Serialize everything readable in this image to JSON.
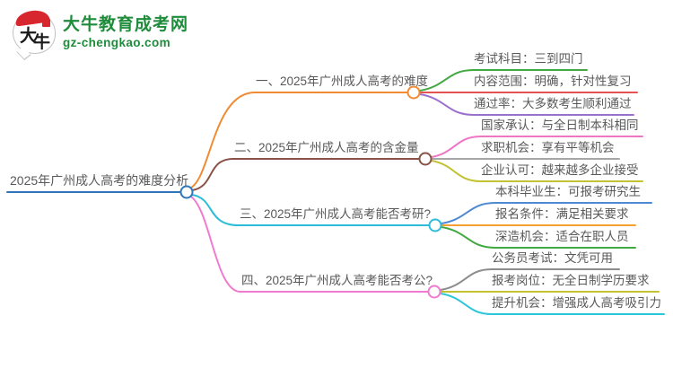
{
  "logo": {
    "brand": "大牛教育成考网",
    "domain": "gz-chengkao.com",
    "badge_char1": "大",
    "badge_char2": "牛",
    "brand_color": "#1f8c3b",
    "seal_color": "#d7262d"
  },
  "mindmap": {
    "root": {
      "label": "2025年广州成人高考的难度分析",
      "color": "#2e77bb"
    },
    "branches": [
      {
        "label": "一、2025年广州成人高考的难度",
        "color": "#f08b33",
        "children": [
          {
            "label": "考试科目：三到四门",
            "color": "#41a941"
          },
          {
            "label": "内容范围：明确，针对性复习",
            "color": "#e25351"
          },
          {
            "label": "通过率：大多数考生顺利通过",
            "color": "#9b70cd"
          }
        ]
      },
      {
        "label": "二、2025年广州成人高考的含金量",
        "color": "#8a5247",
        "children": [
          {
            "label": "国家承认：与全日制本科相同",
            "color": "#ef76c5"
          },
          {
            "label": "求职机会：享有平等机会",
            "color": "#a6a6a6"
          },
          {
            "label": "企业认可：越来越多企业接受",
            "color": "#c2c232"
          }
        ]
      },
      {
        "label": "三、2025年广州成人高考能否考研?",
        "color": "#2cbcd9",
        "children": [
          {
            "label": "本科毕业生：可报考研究生",
            "color": "#4e8ad2"
          },
          {
            "label": "报名条件：满足相关要求",
            "color": "#f5a132"
          },
          {
            "label": "深造机会：适合在职人员",
            "color": "#41a941"
          }
        ]
      },
      {
        "label": "四、2025年广州成人高考能否考公?",
        "color": "#f17ad1",
        "children": [
          {
            "label": "公务员考试：文凭可用",
            "color": "#8c8c8c"
          },
          {
            "label": "报考岗位：无全日制学历要求",
            "color": "#c2c232"
          },
          {
            "label": "提升机会：增强成人高考吸引力",
            "color": "#2cc6da"
          }
        ]
      }
    ]
  }
}
